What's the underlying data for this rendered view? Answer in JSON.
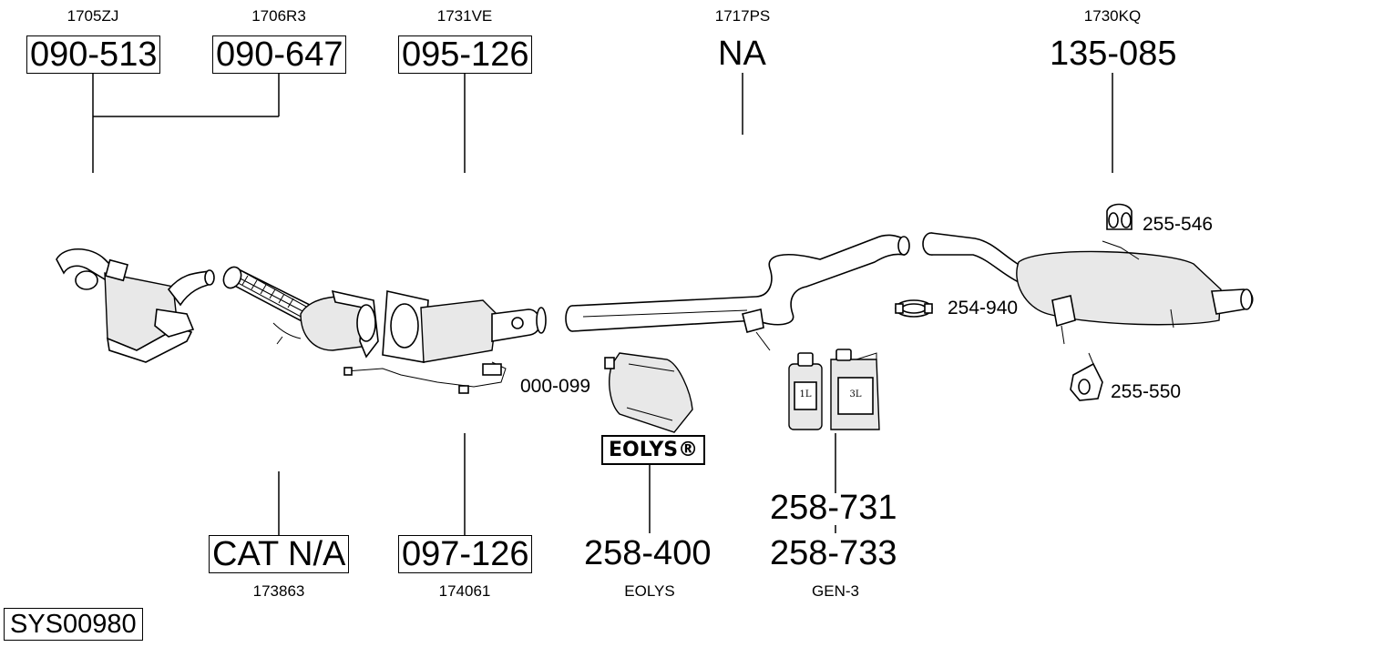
{
  "top_labels": [
    {
      "ref": "1705ZJ",
      "part": "090-513",
      "boxed": true
    },
    {
      "ref": "1706R3",
      "part": "090-647",
      "boxed": true
    },
    {
      "ref": "1731VE",
      "part": "095-126",
      "boxed": true
    },
    {
      "ref": "1717PS",
      "part": "NA",
      "boxed": false
    },
    {
      "ref": "1730KQ",
      "part": "135-085",
      "boxed": false
    }
  ],
  "bottom_labels": [
    {
      "part": "CAT N/A",
      "ref": "173863",
      "boxed": true
    },
    {
      "part": "097-126",
      "ref": "174061",
      "boxed": true
    },
    {
      "part": "258-400",
      "ref": "EOLYS",
      "boxed": false
    },
    {
      "part": "258-731",
      "part2": "258-733",
      "ref": "GEN-3",
      "boxed": false
    }
  ],
  "accessory_labels": {
    "sensor": "000-099",
    "clamp": "254-940",
    "mount_top": "255-546",
    "mount_bottom": "255-550"
  },
  "eolys_logo": "EOLYS®",
  "bottle_small": "1L",
  "bottle_large": "3L",
  "system_id": "SYS00980"
}
